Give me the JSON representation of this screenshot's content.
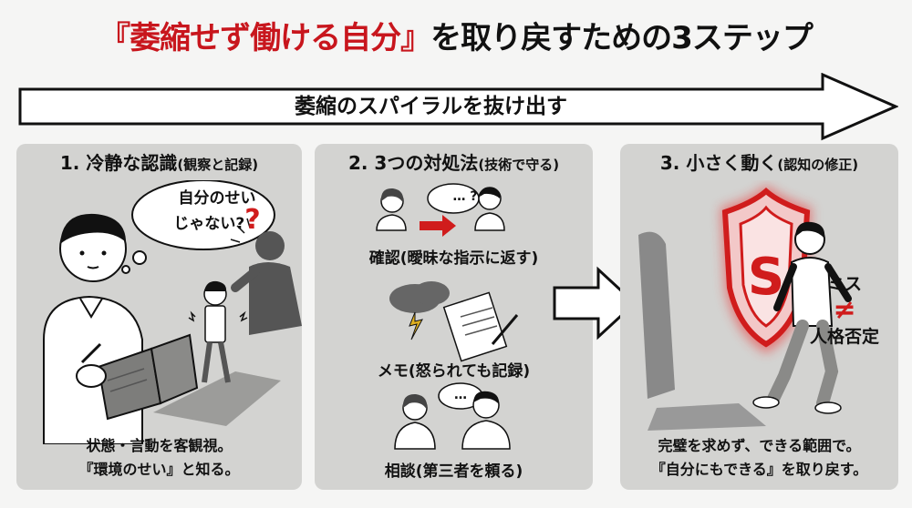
{
  "title": {
    "quoted": "『萎縮せず働ける自分』",
    "rest": "を取り戻すための3ステップ"
  },
  "banner": {
    "label": "萎縮のスパイラルを抜け出す"
  },
  "steps": [
    {
      "title": "1. 冷静な認識",
      "subtitle": "(観察と記録)",
      "thought": {
        "line1": "自分のせい",
        "line2": "じゃない?",
        "mark": "?"
      },
      "caption1": "状態・言動を客観視。",
      "caption2": "『環境のせい』と知る。"
    },
    {
      "title": "2. 3つの対処法",
      "subtitle": "(技術で守る)",
      "confirm": {
        "bubble": "… ?",
        "label": "確認(曖昧な指示に返す)"
      },
      "memo": {
        "label": "メモ(怒られても記録)"
      },
      "consult": {
        "bubble": "…",
        "label": "相談(第三者を頼る)"
      }
    },
    {
      "title": "3. 小さく動く",
      "subtitle": "(認知の修正)",
      "shield_letter": "S",
      "mistake": {
        "top": "ミス",
        "sign": "≠",
        "bottom": "人格否定"
      },
      "caption1": "完璧を求めず、できる範囲で。",
      "caption2": "『自分にもできる』を取り戻す。"
    }
  ],
  "colors": {
    "accent": "#c8161d",
    "panel": "#d3d3d1",
    "background": "#f5f5f4"
  }
}
